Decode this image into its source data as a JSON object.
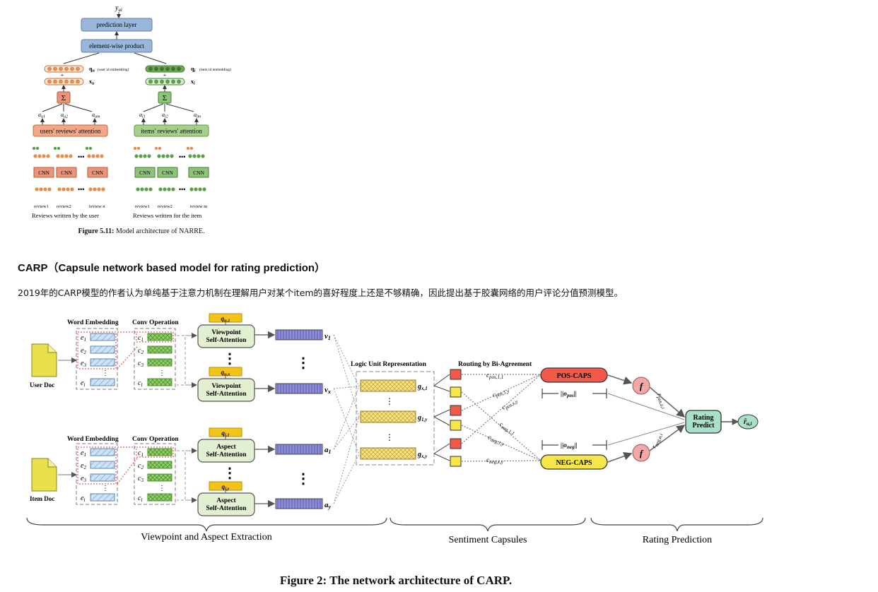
{
  "narre": {
    "output": "y",
    "output_sub": "ui",
    "prediction_layer": "prediction layer",
    "elementwise": "element-wise product",
    "qu_label": "q",
    "qu_sub": "u",
    "qu_note": "(user id embedding)",
    "qi_label": "q",
    "qi_sub": "i",
    "qi_note": "(item id embedding)",
    "xu_label": "x",
    "xu_sub": "u",
    "xi_label": "x",
    "xi_sub": "i",
    "sigma": "Σ",
    "user_att_weights": [
      "a",
      "a",
      "a"
    ],
    "user_att_subs": [
      "u1",
      "u2",
      "um"
    ],
    "item_att_weights": [
      "a",
      "a",
      "a"
    ],
    "item_att_subs": [
      "i1",
      "i2",
      "im"
    ],
    "users_attention": "users' reviews' attention",
    "items_attention": "items' reviews' attention",
    "cnn": "CNN",
    "user_reviews": [
      "review1",
      "review2",
      "review n"
    ],
    "item_reviews": [
      "review1",
      "review2",
      "review m"
    ],
    "user_group": "Reviews written by the user",
    "item_group": "Reviews written for the item",
    "dots": "•••",
    "caption_bold": "Figure 5.11:",
    "caption_text": " Model architecture of NARRE."
  },
  "heading": "CARP（Capsule network based model for rating prediction）",
  "paragraph": "2019年的CARP模型的作者认为单纯基于注意力机制在理解用户对某个item的喜好程度上还是不够精确，因此提出基于胶囊网络的用户评论分值预测模型。",
  "carp": {
    "word_embedding": "Word Embedding",
    "conv_operation": "Conv Operation",
    "user_doc": "User Doc",
    "item_doc": "Item Doc",
    "e_labels": [
      "e",
      "e",
      "e",
      "e"
    ],
    "e_subs": [
      "1",
      "2",
      "3",
      "l"
    ],
    "c_labels": [
      "c",
      "c",
      "c",
      "c"
    ],
    "c_subs": [
      "1",
      "2",
      "3",
      "l"
    ],
    "vertical_dots": "⋮",
    "viewpoint_attention": "Viewpoint\nSelf-Attention",
    "aspect_attention": "Aspect\nSelf-Attention",
    "q_user": [
      "q",
      "q"
    ],
    "q_user_subs": [
      "u,1",
      "u,x"
    ],
    "q_item": [
      "q",
      "q"
    ],
    "q_item_subs": [
      "i,1",
      "i,y"
    ],
    "v_labels": [
      "v",
      "v"
    ],
    "v_subs": [
      "1",
      "x"
    ],
    "a_labels": [
      "a",
      "a"
    ],
    "a_subs": [
      "1",
      "y"
    ],
    "logic_unit": "Logic Unit Representation",
    "g_labels": [
      "g",
      "g",
      "g"
    ],
    "g_subs": [
      "x,1",
      "1,y",
      "x,y"
    ],
    "routing": "Routing by Bi-Agreement",
    "c_pos_labels": [
      "c",
      "c",
      "c"
    ],
    "c_pos_subs": [
      "pos,1,1",
      "pos,1,y",
      "pos,x,y"
    ],
    "c_neg_labels": [
      "c",
      "c",
      "c"
    ],
    "c_neg_subs": [
      "neg,1,1",
      "neg,1,y",
      "neg,x,y"
    ],
    "pos_caps": "POS-CAPS",
    "neg_caps": "NEG-CAPS",
    "o_pos": "||o",
    "o_pos_sub": "pos",
    "o_neg": "||o",
    "o_neg_sub": "neg",
    "f": "f",
    "r_pos": "r",
    "r_pos_sub": "pos,u,i",
    "r_neg": "r",
    "r_neg_sub": "neg,u,i",
    "rating_predict": "Rating\nPredict",
    "r_hat": "r̂",
    "r_hat_sub": "u,i",
    "section_labels": [
      "Viewpoint and Aspect Extraction",
      "Sentiment Capsules",
      "Rating Prediction"
    ],
    "colors": {
      "attention_fill": "#e2efd0",
      "vector_fill": "#8f8fd8",
      "grid_fill": "#f7e48a",
      "pos_red": "#f15a4a",
      "neg_yellow": "#f7e64a",
      "doc_yellow": "#e8e04a",
      "rating_fill": "#a8e0c8",
      "f_fill": "#f2a8a8"
    }
  },
  "figure2_caption": "Figure 2: The network architecture of CARP."
}
